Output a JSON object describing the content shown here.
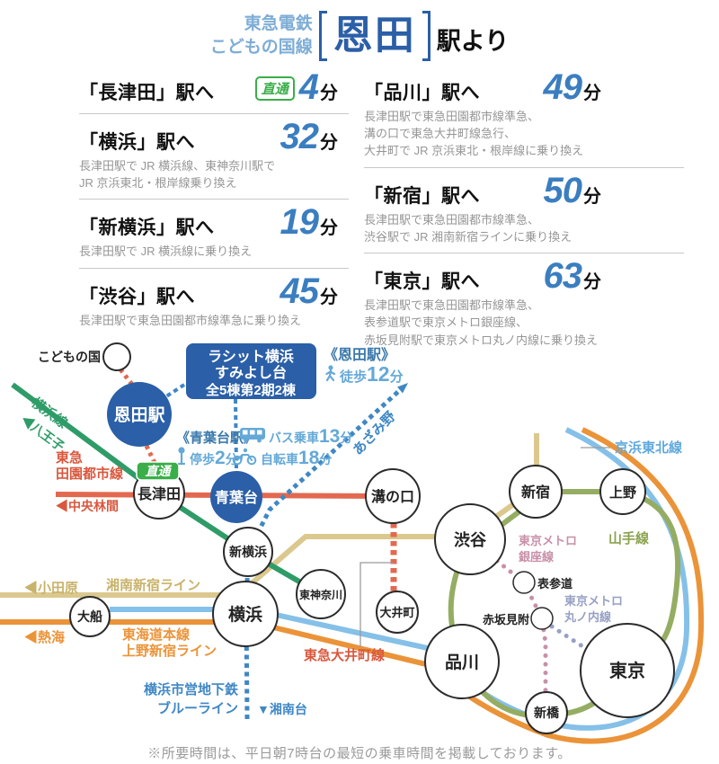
{
  "header": {
    "company": "東急電鉄",
    "line": "こどもの国線",
    "station": "恩田",
    "suffix": "駅より"
  },
  "routes": {
    "left": [
      {
        "name": "「長津田」駅へ",
        "badge": "直通",
        "minutes": "4",
        "unit": "分",
        "note": ""
      },
      {
        "name": "「横浜」駅へ",
        "minutes": "32",
        "unit": "分",
        "note": "長津田駅で JR 横浜線、東神奈川駅で\nJR 京浜東北・根岸線乗り換え"
      },
      {
        "name": "「新横浜」駅へ",
        "minutes": "19",
        "unit": "分",
        "note": "長津田駅で JR 横浜線に乗り換え"
      },
      {
        "name": "「渋谷」駅へ",
        "minutes": "45",
        "unit": "分",
        "note": "長津田駅で東急田園都市線準急に乗り換え"
      }
    ],
    "right": [
      {
        "name": "「品川」駅へ",
        "minutes": "49",
        "unit": "分",
        "note": "長津田駅で東急田園都市線準急、\n溝の口で東急大井町線急行、\n大井町で JR 京浜東北・根岸線に乗り換え"
      },
      {
        "name": "「新宿」駅へ",
        "minutes": "50",
        "unit": "分",
        "note": "長津田駅で東急田園都市線準急、\n渋谷駅で JR 湘南新宿ラインに乗り換え"
      },
      {
        "name": "「東京」駅へ",
        "minutes": "63",
        "unit": "分",
        "note": "長津田駅で東急田園都市線準急、\n表参道駅で東京メトロ銀座線、\n赤坂見附駅で東京メトロ丸ノ内線に乗り換え"
      }
    ]
  },
  "map": {
    "stations": {
      "kodomonokuni": "こどもの国",
      "onda": "恩田駅",
      "nagatsuta": "長津田",
      "aobadai": "青葉台",
      "mizonokuchi": "溝の口",
      "shin_yokohama": "新横浜",
      "higashi_kanagawa": "東神奈川",
      "yokohama": "横浜",
      "ofuna": "大船",
      "oimachi": "大井町",
      "shibuya": "渋谷",
      "shinjuku": "新宿",
      "ueno": "上野",
      "omotesando": "表参道",
      "akasaka_mitsuke": "赤坂見附",
      "shinagawa": "品川",
      "shimbashi": "新橋",
      "tokyo": "東京"
    },
    "lines": {
      "yokohama_line": "横浜線",
      "tokyu": "東急",
      "denentoshi": "田園都市線",
      "chokutsu": "直通",
      "oimachi_line": "東急大井町線",
      "shonan_shinjuku": "湘南新宿ライン",
      "tokaido": "東海道本線",
      "ueno_shinjuku": "上野新宿ライン",
      "subway_1": "横浜市営地下鉄",
      "subway_2": "ブルーライン",
      "keihin_tohoku": "京浜東北線",
      "yamanote": "山手線",
      "metro_1": "東京メトロ",
      "ginza": "銀座線",
      "metro_2": "東京メトロ",
      "marunouchi": "丸ノ内線"
    },
    "directions": {
      "hachioji": "◀八王子",
      "chuo_rinkan": "◀中央林間",
      "odawara": "◀小田原",
      "atami": "◀熱海",
      "shonandai": "▼湘南台",
      "azamino": "あざみ野"
    },
    "property": {
      "line1": "ラシット横浜",
      "line2": "すみよし台",
      "line3": "全5棟第2期2棟"
    },
    "access_onda": {
      "station": "《恩田駅》",
      "walk": "徒歩",
      "walk_min": "12",
      "unit": "分"
    },
    "access_aobadai": {
      "station": "《青葉台駅》",
      "bus": "バス乗車",
      "bus_min": "13",
      "stop": "停歩",
      "stop_min": "2",
      "bike": "自転車",
      "bike_min": "18",
      "unit": "分"
    },
    "colors": {
      "accent_blue": "#2b5fa7",
      "time_blue": "#3b7ec0",
      "badge_green": "#3aae49",
      "green_line": "#2f9c68",
      "dento_red": "#e2694f",
      "dento_text": "#d9573d",
      "tan_line": "#dbc88e",
      "tan_text": "#c9b26a",
      "orange_line": "#eb9338",
      "keihin_blue": "#85c0e8",
      "yamanote_olive": "#95ad62",
      "subway_blue": "#3f87c5",
      "ginza_pink": "#c890a8",
      "marunouchi_purple": "#97a0c4",
      "callout_blue": "#64a9d8"
    }
  },
  "icons": {
    "walk": "walk-icon",
    "bus": "bus-icon",
    "bus_stop": "bus-stop-icon",
    "bicycle": "bicycle-icon"
  },
  "footer": {
    "note": "※所要時間は、平日朝7時台の最短の乗車時間を掲載しております。"
  }
}
